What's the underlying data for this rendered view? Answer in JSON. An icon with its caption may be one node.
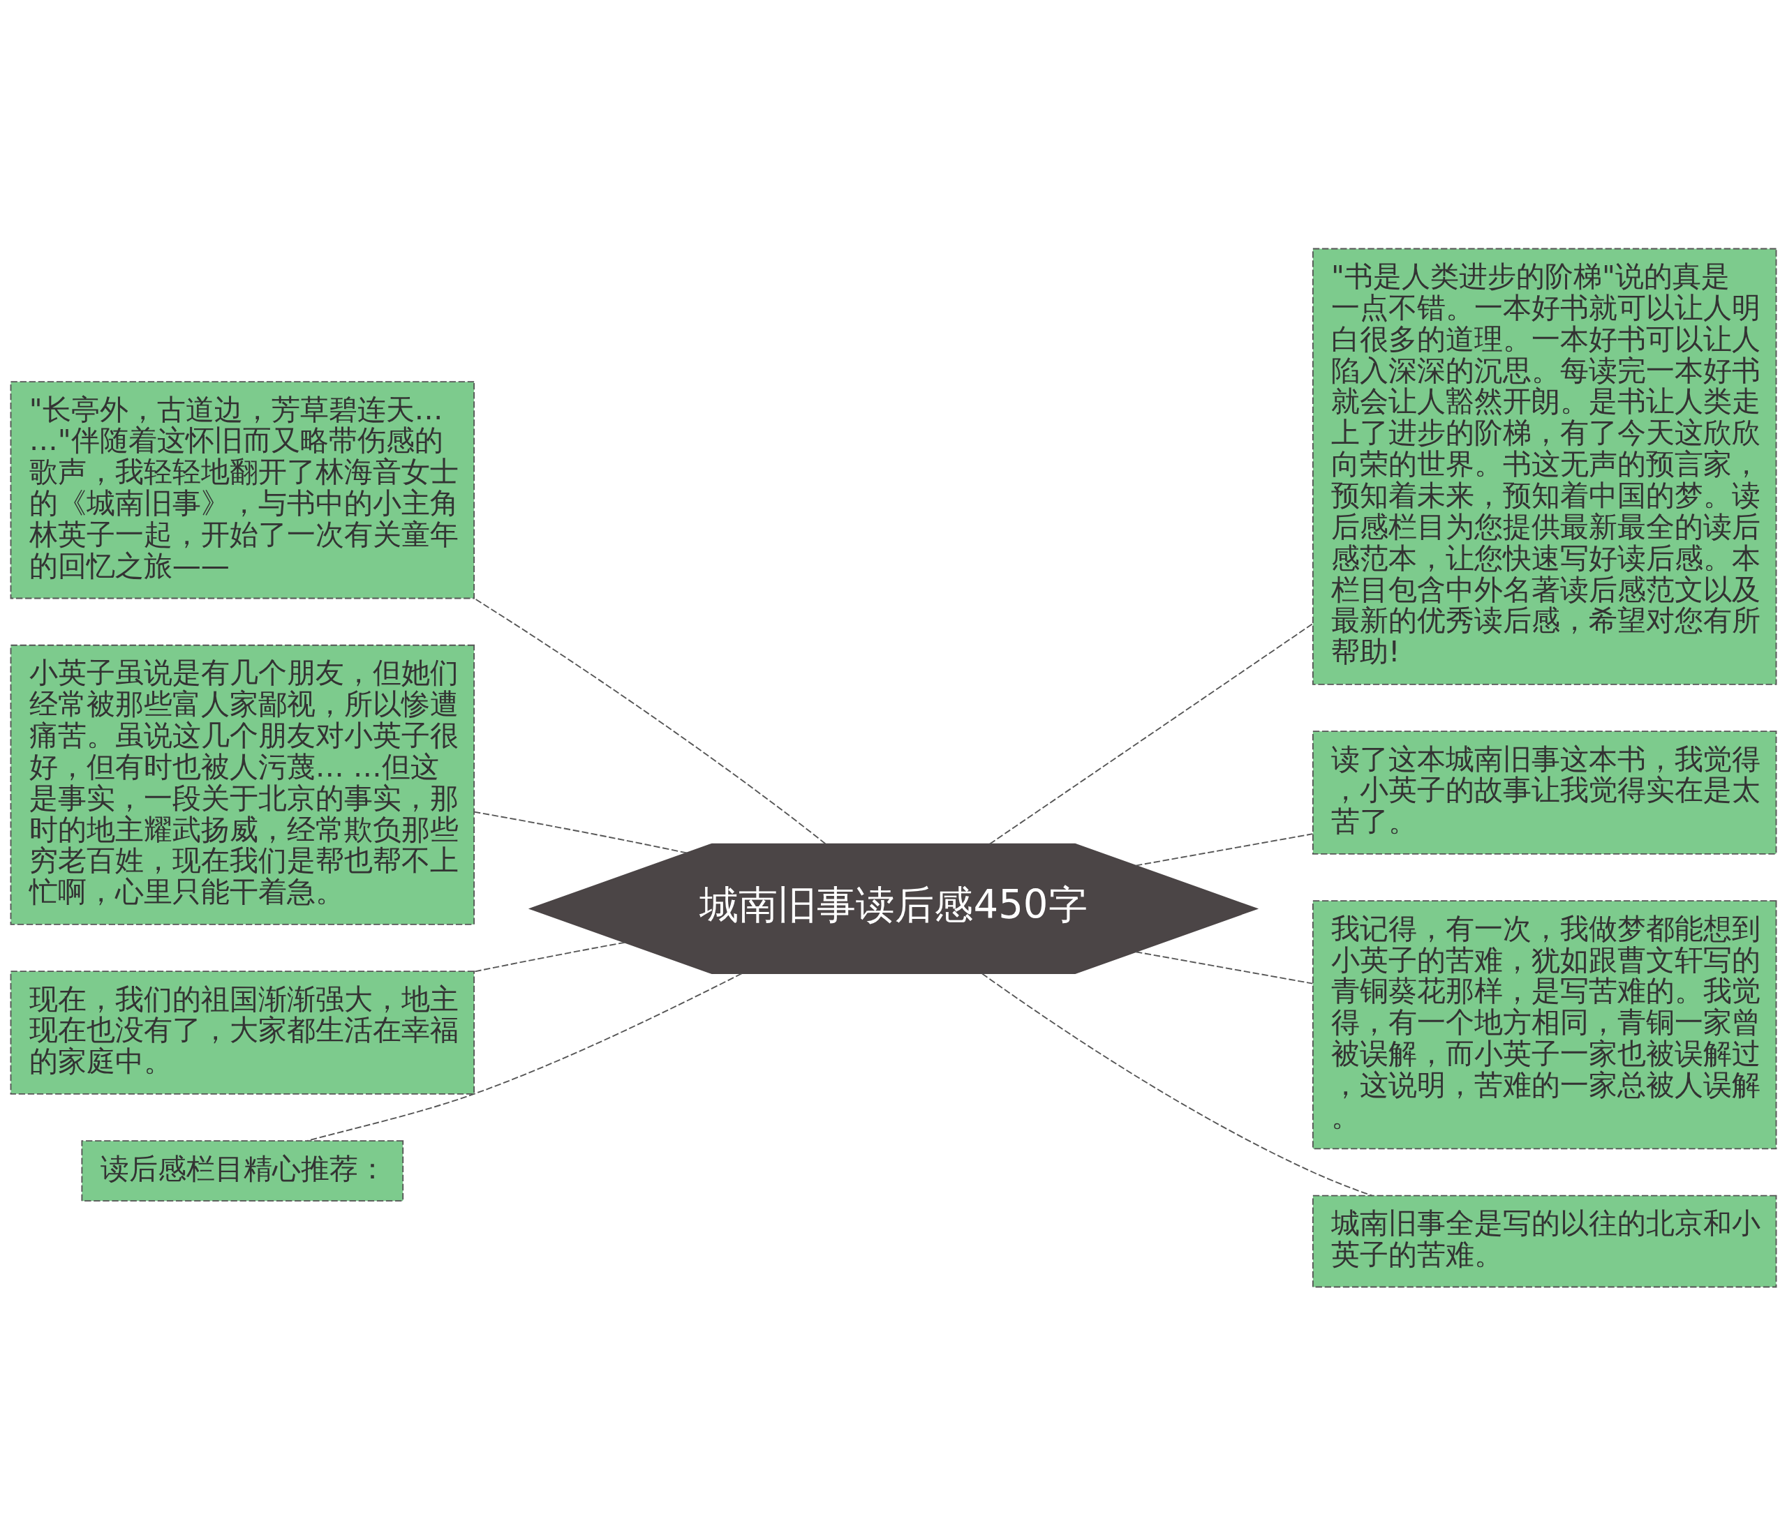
{
  "diagram": {
    "nodes": [
      {
        "text": [
          "城南旧事读后感450字"
        ]
      },
      {
        "text": [
          "\"长亭外，古道边，芳草碧连天……\"伴随着这怀旧而又略带伤感的歌声，我轻轻地翻开了林海音女士的《城南旧事》，与书中的小主角林英子一起，开始了一次有关童年的回忆之旅——"
        ]
      },
      {
        "text": [
          "小英子虽说是有几个朋友，但她们经常被那些富人家鄙视，所以惨遭痛苦。虽说这几个朋友对小英子很好，但有时也被人污蔑… …但这是事实，一段关于北京的事实，那时的地主耀武扬威，经常欺负那些穷老百姓，现在我们是帮也帮不上忙啊，心里只能干着急。"
        ]
      },
      {
        "text": [
          "现在，我们的祖国渐渐强大，地主现在也没有了，大家都生活在幸福的家庭中。"
        ]
      },
      {
        "text": [
          "读后感栏目精心推荐："
        ]
      },
      {
        "text": [
          "\"书是人类进步的阶梯\"说的真是一点不错。一本好书就可以让人明白很多的道理。一本好书可以让人陷入深深的沉思。每读完一本好书就会让人豁然开朗。是书让人类走上了进步的阶梯，有了今天这欣欣向荣的世界。书这无声的预言家，预知着未来，预知着中国的梦。读后感栏目为您提供最新最全的读后感范本，让您快速写好读后感。本栏目包含中外名著读后感范文以及最新的优秀读后感，希望对您有所帮助!"
        ]
      },
      {
        "text": [
          "读了这本城南旧事这本书，我觉得，小英子的故事让我觉得实在是太苦了。"
        ]
      },
      {
        "text": [
          "我记得，有一次，我做梦都能想到小英子的苦难，犹如跟曹文轩写的青铜葵花那样，是写苦难的。我觉得，有一个地方相同，青铜一家曾被误解，而小英子一家也被误解过，这说明，苦难的一家总被人误解。"
        ]
      },
      {
        "text": [
          "城南旧事全是写的以往的北京和小英子的苦难。"
        ]
      }
    ],
    "edges": [
      {
        "from": 0,
        "to": 1,
        "arrow": "none",
        "style": "dashed"
      },
      {
        "from": 0,
        "to": 2,
        "arrow": "none",
        "style": "dashed"
      },
      {
        "from": 0,
        "to": 3,
        "arrow": "none",
        "style": "dashed"
      },
      {
        "from": 0,
        "to": 4,
        "arrow": "none",
        "style": "dashed"
      },
      {
        "from": 0,
        "to": 5,
        "arrow": "none",
        "style": "dashed"
      },
      {
        "from": 0,
        "to": 6,
        "arrow": "none",
        "style": "dashed"
      },
      {
        "from": 0,
        "to": 7,
        "arrow": "none",
        "style": "dashed"
      },
      {
        "from": 0,
        "to": 8,
        "arrow": "none",
        "style": "dashed"
      }
    ]
  }
}
